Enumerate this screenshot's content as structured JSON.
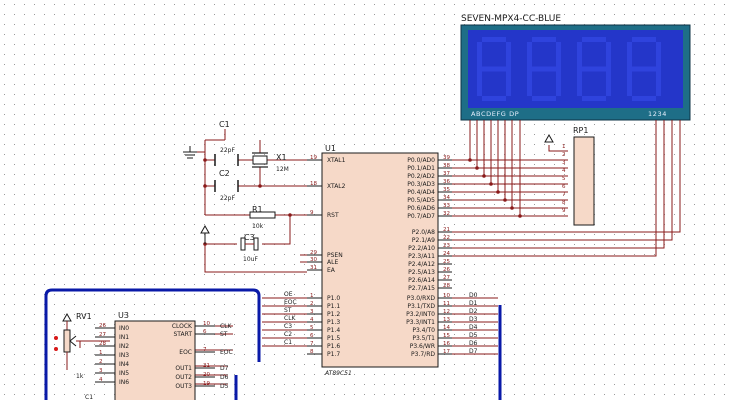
{
  "display": {
    "title": "SEVEN-MPX4-CC-BLUE",
    "segments_label": "ABCDEFG DP",
    "digits_label": "1234",
    "colors": {
      "frame": "#1e6e87",
      "panel": "#2436c9",
      "digit": "#2f43dd"
    }
  },
  "rp1": {
    "ref": "RP1",
    "pins": [
      "1",
      "2",
      "3",
      "4",
      "5",
      "6",
      "7",
      "8",
      "9"
    ]
  },
  "c1": {
    "ref": "C1",
    "value": "22pF"
  },
  "c2": {
    "ref": "C2",
    "value": "22pF"
  },
  "c3": {
    "ref": "C3",
    "value": "10uF"
  },
  "x1": {
    "ref": "X1",
    "value": "12M"
  },
  "r1": {
    "ref": "R1",
    "value": "10k"
  },
  "rv1": {
    "ref": "RV1",
    "value": "1k"
  },
  "u1": {
    "ref": "U1",
    "part": "AT89C51",
    "left_pins": [
      {
        "num": "19",
        "name": "XTAL1"
      },
      {
        "num": "18",
        "name": "XTAL2"
      },
      {
        "num": "9",
        "name": "RST"
      },
      {
        "num": "29",
        "name": "PSEN"
      },
      {
        "num": "30",
        "name": "ALE"
      },
      {
        "num": "31",
        "name": "EA"
      },
      {
        "num": "1",
        "name": "P1.0"
      },
      {
        "num": "2",
        "name": "P1.1"
      },
      {
        "num": "3",
        "name": "P1.2"
      },
      {
        "num": "4",
        "name": "P1.3"
      },
      {
        "num": "5",
        "name": "P1.4"
      },
      {
        "num": "6",
        "name": "P1.5"
      },
      {
        "num": "7",
        "name": "P1.6"
      },
      {
        "num": "8",
        "name": "P1.7"
      }
    ],
    "left_nets": [
      "OE",
      "EOC",
      "ST",
      "CLK",
      "C3",
      "C2",
      "C1",
      ""
    ],
    "right_pins": [
      {
        "num": "39",
        "name": "P0.0/AD0"
      },
      {
        "num": "38",
        "name": "P0.1/AD1"
      },
      {
        "num": "37",
        "name": "P0.2/AD2"
      },
      {
        "num": "36",
        "name": "P0.3/AD3"
      },
      {
        "num": "35",
        "name": "P0.4/AD4"
      },
      {
        "num": "34",
        "name": "P0.5/AD5"
      },
      {
        "num": "33",
        "name": "P0.6/AD6"
      },
      {
        "num": "32",
        "name": "P0.7/AD7"
      },
      {
        "num": "21",
        "name": "P2.0/A8"
      },
      {
        "num": "22",
        "name": "P2.1/A9"
      },
      {
        "num": "23",
        "name": "P2.2/A10"
      },
      {
        "num": "24",
        "name": "P2.3/A11"
      },
      {
        "num": "25",
        "name": "P2.4/A12"
      },
      {
        "num": "26",
        "name": "P2.5/A13"
      },
      {
        "num": "27",
        "name": "P2.6/A14"
      },
      {
        "num": "28",
        "name": "P2.7/A15"
      },
      {
        "num": "10",
        "name": "P3.0/RXD"
      },
      {
        "num": "11",
        "name": "P3.1/TXD"
      },
      {
        "num": "12",
        "name": "P3.2/INT0"
      },
      {
        "num": "13",
        "name": "P3.3/INT1"
      },
      {
        "num": "14",
        "name": "P3.4/T0"
      },
      {
        "num": "15",
        "name": "P3.5/T1"
      },
      {
        "num": "16",
        "name": "P3.6/WR"
      },
      {
        "num": "17",
        "name": "P3.7/RD"
      }
    ],
    "p3_nets": [
      "D0",
      "D1",
      "D2",
      "D3",
      "D4",
      "D5",
      "D6",
      "D7"
    ]
  },
  "u3": {
    "ref": "U3",
    "left_pins": [
      {
        "num": "26",
        "name": "IN0"
      },
      {
        "num": "27",
        "name": "IN1"
      },
      {
        "num": "28",
        "name": "IN2"
      },
      {
        "num": "1",
        "name": "IN3"
      },
      {
        "num": "2",
        "name": "IN4"
      },
      {
        "num": "3",
        "name": "IN5"
      },
      {
        "num": "4",
        "name": "IN6"
      }
    ],
    "right_pins": [
      {
        "num": "10",
        "name": "CLOCK",
        "net": "CLK"
      },
      {
        "num": "6",
        "name": "START",
        "net": "ST"
      },
      {
        "num": "7",
        "name": "EOC",
        "net": "EOC"
      },
      {
        "num": "21",
        "name": "OUT1",
        "net": "D7"
      },
      {
        "num": "20",
        "name": "OUT2",
        "net": "D6"
      },
      {
        "num": "19",
        "name": "OUT3",
        "net": "D5"
      }
    ],
    "bottom_label": "C1"
  }
}
